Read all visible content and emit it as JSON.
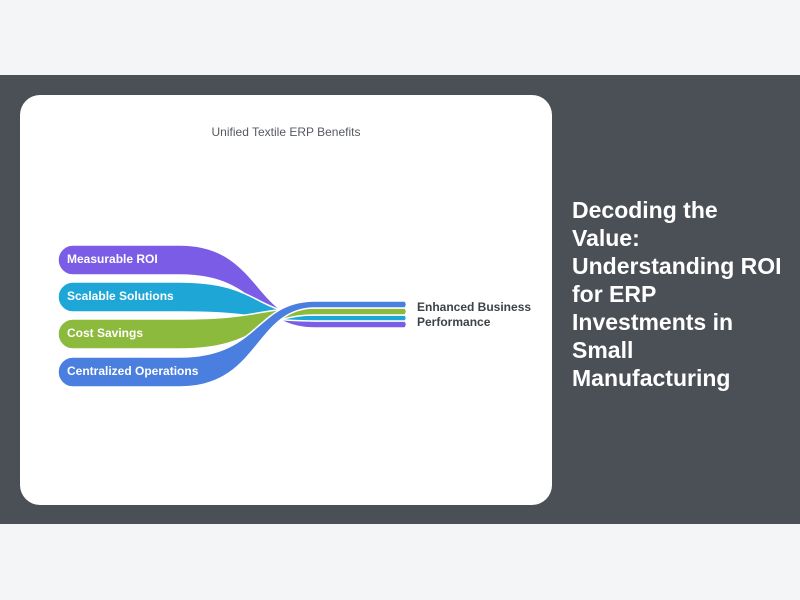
{
  "headline": "Decoding the Value: Understanding ROI for ERP Investments in Small Manufacturing",
  "diagram": {
    "title": "Unified Textile ERP Benefits",
    "sources": [
      {
        "label": "Measurable ROI",
        "color": "#7b5ce6"
      },
      {
        "label": "Scalable Solutions",
        "color": "#1ea7d6"
      },
      {
        "label": "Cost Savings",
        "color": "#8cba3c"
      },
      {
        "label": "Centralized Operations",
        "color": "#4a7fe0"
      }
    ],
    "target": {
      "line1": "Enhanced Business",
      "line2": "Performance"
    }
  }
}
